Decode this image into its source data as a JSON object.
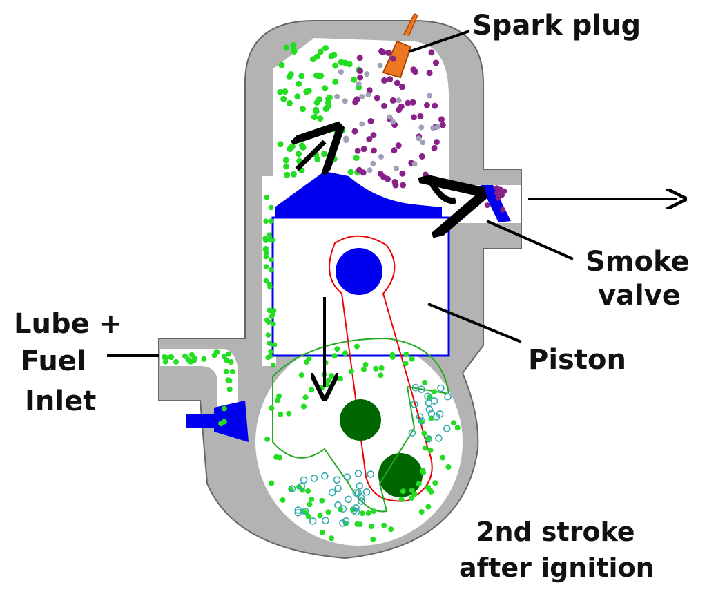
{
  "labels": {
    "spark_plug": "Spark plug",
    "smoke_valve_1": "Smoke",
    "smoke_valve_2": "valve",
    "piston": "Piston",
    "inlet_1": "Lube +",
    "inlet_2": "Fuel",
    "inlet_3": "Inlet",
    "caption_1": "2nd stroke",
    "caption_2": "after ignition"
  },
  "colors": {
    "wall": "#b3b3b3",
    "wall_stroke": "#666666",
    "fuel": "#22dd22",
    "exhaust": "#882288",
    "exhaust_light": "#a0a0b8",
    "lube": "#33aaaa",
    "blue": "#0000ee",
    "crank": "#006600",
    "rod": "#ee0000",
    "spark": "#ee7722"
  },
  "icons": [
    "spark-plug-icon",
    "arrow-icon"
  ]
}
